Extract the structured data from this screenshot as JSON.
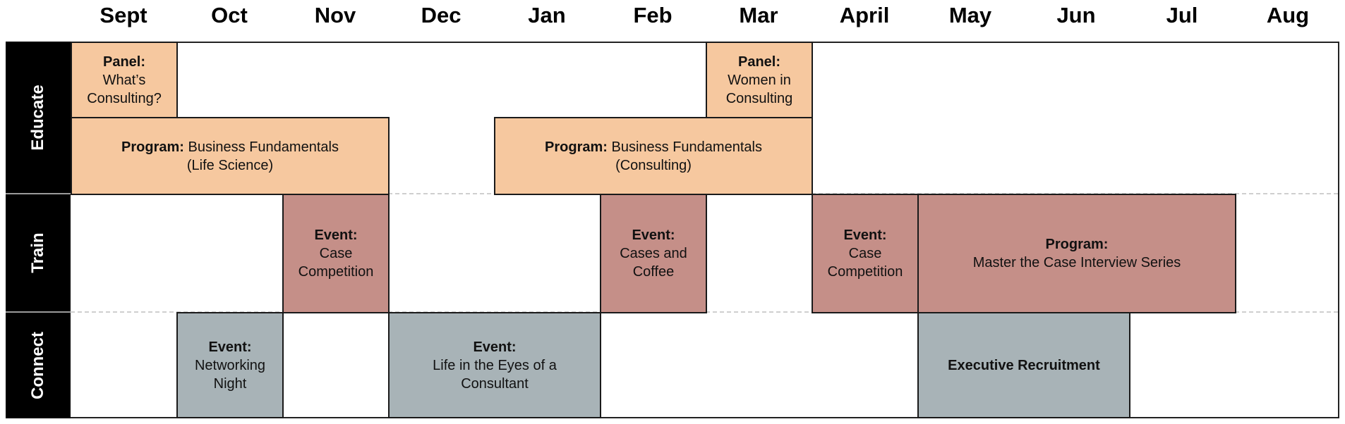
{
  "months": [
    "Sept",
    "Oct",
    "Nov",
    "Dec",
    "Jan",
    "Feb",
    "Mar",
    "April",
    "May",
    "Jun",
    "Jul",
    "Aug"
  ],
  "rows": [
    {
      "label": "Educate"
    },
    {
      "label": "Train"
    },
    {
      "label": "Connect"
    }
  ],
  "colors": {
    "educate": "#F6C89F",
    "train": "#C58F88",
    "connect": "#A8B3B7",
    "label_bg": "#000000"
  },
  "items": {
    "panel_whats_consulting": {
      "type": "Panel:",
      "title": "What’s Consulting?",
      "line1": "What’s",
      "line2": "Consulting?",
      "row": "Educate",
      "start": "Sept",
      "end": "Sept"
    },
    "panel_women": {
      "type": "Panel:",
      "title": "Women in Consulting",
      "line1": "Women in",
      "line2": "Consulting",
      "row": "Educate",
      "start": "Mar",
      "end": "Mar"
    },
    "program_life_science": {
      "type": "Program:",
      "line1": " Business Fundamentals",
      "line2": "(Life Science)",
      "row": "Educate",
      "start": "Sept",
      "end": "Nov"
    },
    "program_consulting": {
      "type": "Program:",
      "line1": " Business Fundamentals",
      "line2": "(Consulting)",
      "row": "Educate",
      "start": "Jan",
      "end": "Mar"
    },
    "event_case_comp_nov": {
      "type": "Event:",
      "line1": "Case",
      "line2": "Competition",
      "row": "Train",
      "start": "Nov",
      "end": "Nov"
    },
    "event_cases_coffee": {
      "type": "Event:",
      "line1": "Cases and",
      "line2": "Coffee",
      "row": "Train",
      "start": "Feb",
      "end": "Feb"
    },
    "event_case_comp_apr": {
      "type": "Event:",
      "line1": "Case",
      "line2": "Competition",
      "row": "Train",
      "start": "April",
      "end": "April"
    },
    "program_master_case": {
      "type": "Program:",
      "line1": "Master the Case Interview Series",
      "row": "Train",
      "start": "May",
      "end": "Jul (mid)"
    },
    "event_networking": {
      "type": "Event:",
      "line1": "Networking",
      "line2": "Night",
      "row": "Connect",
      "start": "Oct",
      "end": "Oct"
    },
    "event_life_eyes": {
      "type": "Event:",
      "line1": "Life in the Eyes of a",
      "line2": "Consultant",
      "row": "Connect",
      "start": "Dec",
      "end": "Jan"
    },
    "exec_recruitment": {
      "title": "Executive Recruitment",
      "row": "Connect",
      "start": "May",
      "end": "Jun"
    }
  }
}
